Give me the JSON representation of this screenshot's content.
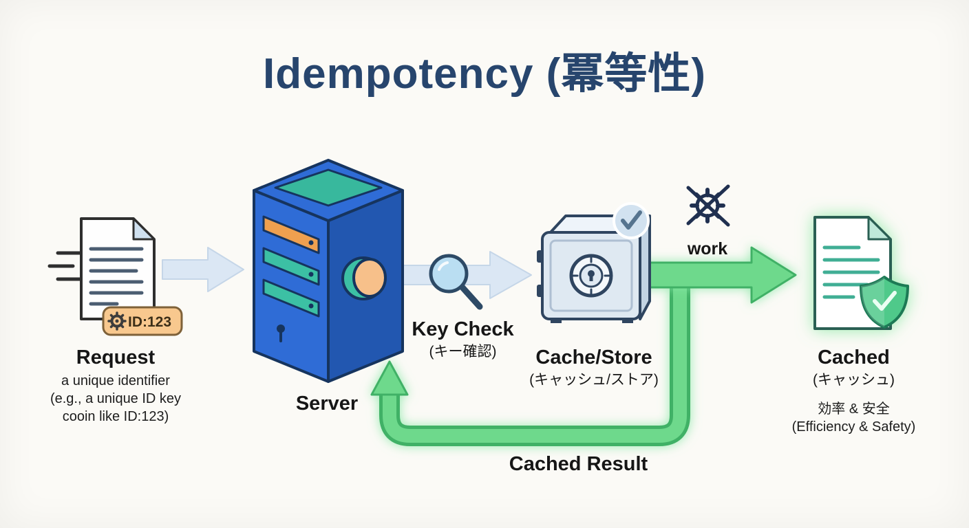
{
  "title": "Idempotency (冪等性)",
  "colors": {
    "background": "#fbfaf6",
    "title_navy": "#27456d",
    "flow_arrow_blue": "#dbe7f4",
    "success_green": "#6ed98c",
    "badge_orange": "#f8c88e",
    "server_blue": "#2f6cd6",
    "teal_accent": "#38b89d",
    "safe_gray_blue": "#dfe9f2",
    "shield_green": "#4fc98a"
  },
  "nodes": {
    "request": {
      "label": "Request",
      "desc_lines": [
        "a unique identifier",
        "(e.g., a unique ID key",
        "cooin like ID:123)"
      ],
      "badge": "ID:123"
    },
    "server": {
      "label": "Server"
    },
    "key_check": {
      "label": "Key Check",
      "sub": "(キー確認)"
    },
    "cache_store": {
      "label": "Cache/Store",
      "sub": "(キャッシュ/ストア)"
    },
    "work": {
      "label": "work"
    },
    "cached": {
      "label": "Cached",
      "sub": "(キャッシュ)",
      "benefit_jp": "効率 & 安全",
      "benefit_en": "(Efficiency & Safety)"
    },
    "return_flow": {
      "label": "Cached Result"
    }
  }
}
